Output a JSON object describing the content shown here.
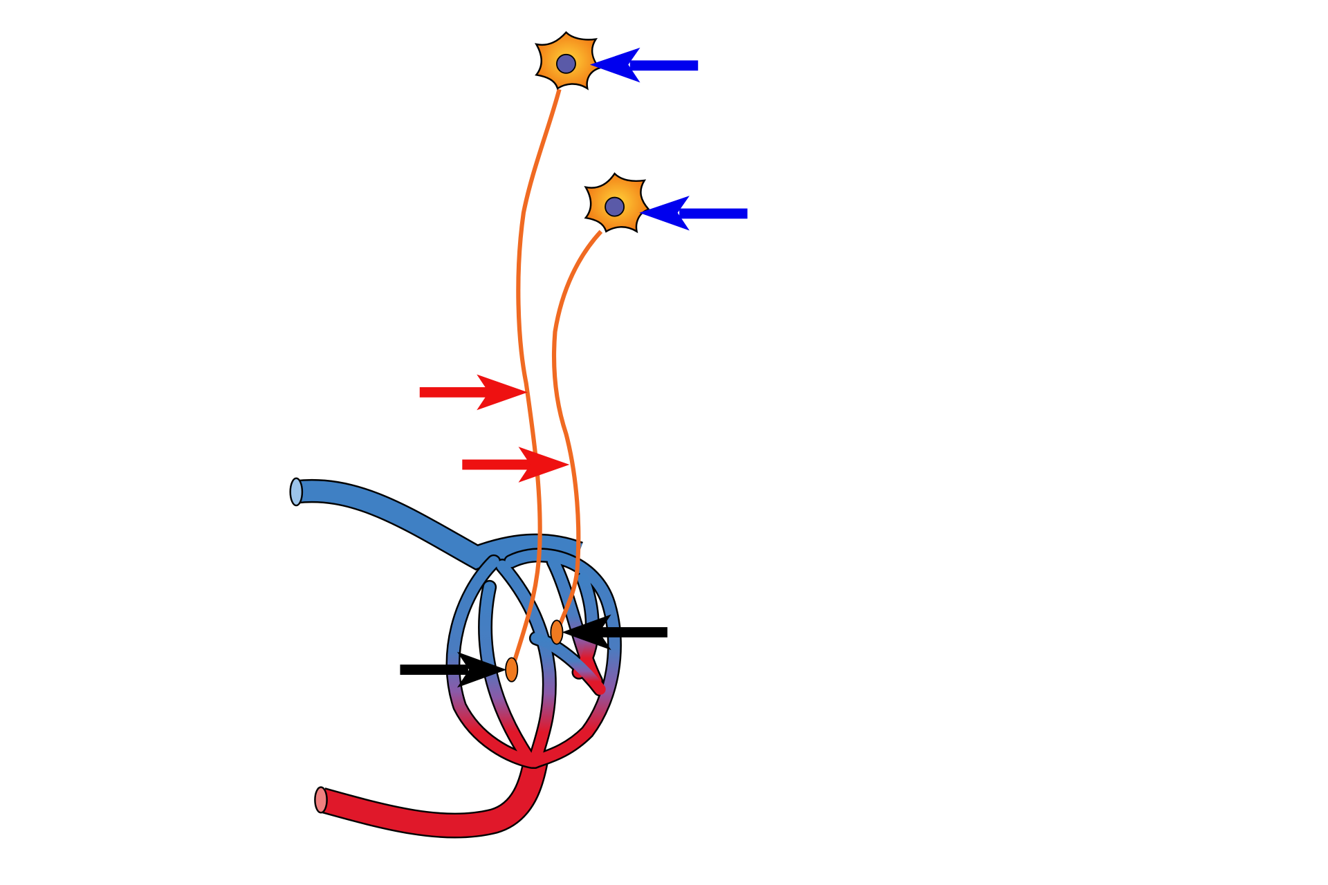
{
  "diagram": {
    "elements": [
      "neuron-upper",
      "neuron-lower",
      "axon-upper",
      "axon-lower",
      "axon-terminal-left",
      "axon-terminal-right",
      "vein",
      "artery",
      "capillary-network"
    ],
    "arrows": [
      {
        "name": "blue-arrow-neuron-upper",
        "color": "#0000ee",
        "points_to": "neuron-upper"
      },
      {
        "name": "blue-arrow-neuron-lower",
        "color": "#0000ee",
        "points_to": "neuron-lower"
      },
      {
        "name": "red-arrow-axon-upper",
        "color": "#ee1111",
        "points_to": "axon-upper"
      },
      {
        "name": "red-arrow-axon-lower",
        "color": "#ee1111",
        "points_to": "axon-lower"
      },
      {
        "name": "black-arrow-terminal-left",
        "color": "#000000",
        "points_to": "axon-terminal-left"
      },
      {
        "name": "black-arrow-terminal-right",
        "color": "#000000",
        "points_to": "axon-terminal-right"
      }
    ],
    "colors": {
      "neuron": "#f08a1c",
      "nucleus": "#5a5aa8",
      "axon": "#f06a22",
      "vein": "#3f80c4",
      "artery": "#e0182a",
      "capillary_mid": "#8a5aa8"
    }
  }
}
